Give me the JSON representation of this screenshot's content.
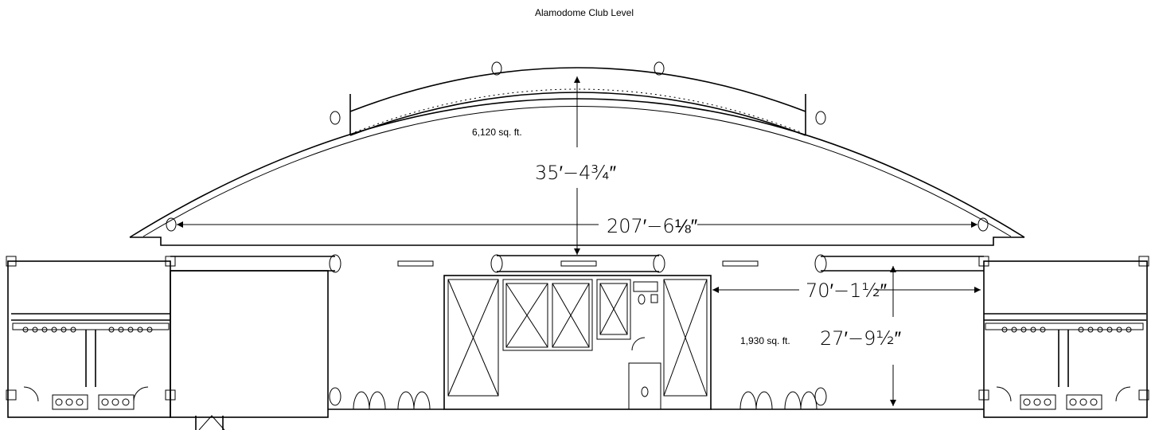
{
  "title": "Alamodome Club Level",
  "areas": {
    "main_hall": "6,120 sq. ft.",
    "east_room": "1,930 sq. ft."
  },
  "dimensions": {
    "depth": "35′−4¾″",
    "width": "207′−6⅛″",
    "east_width": "70′−1½″",
    "east_depth": "27′−9½″"
  }
}
